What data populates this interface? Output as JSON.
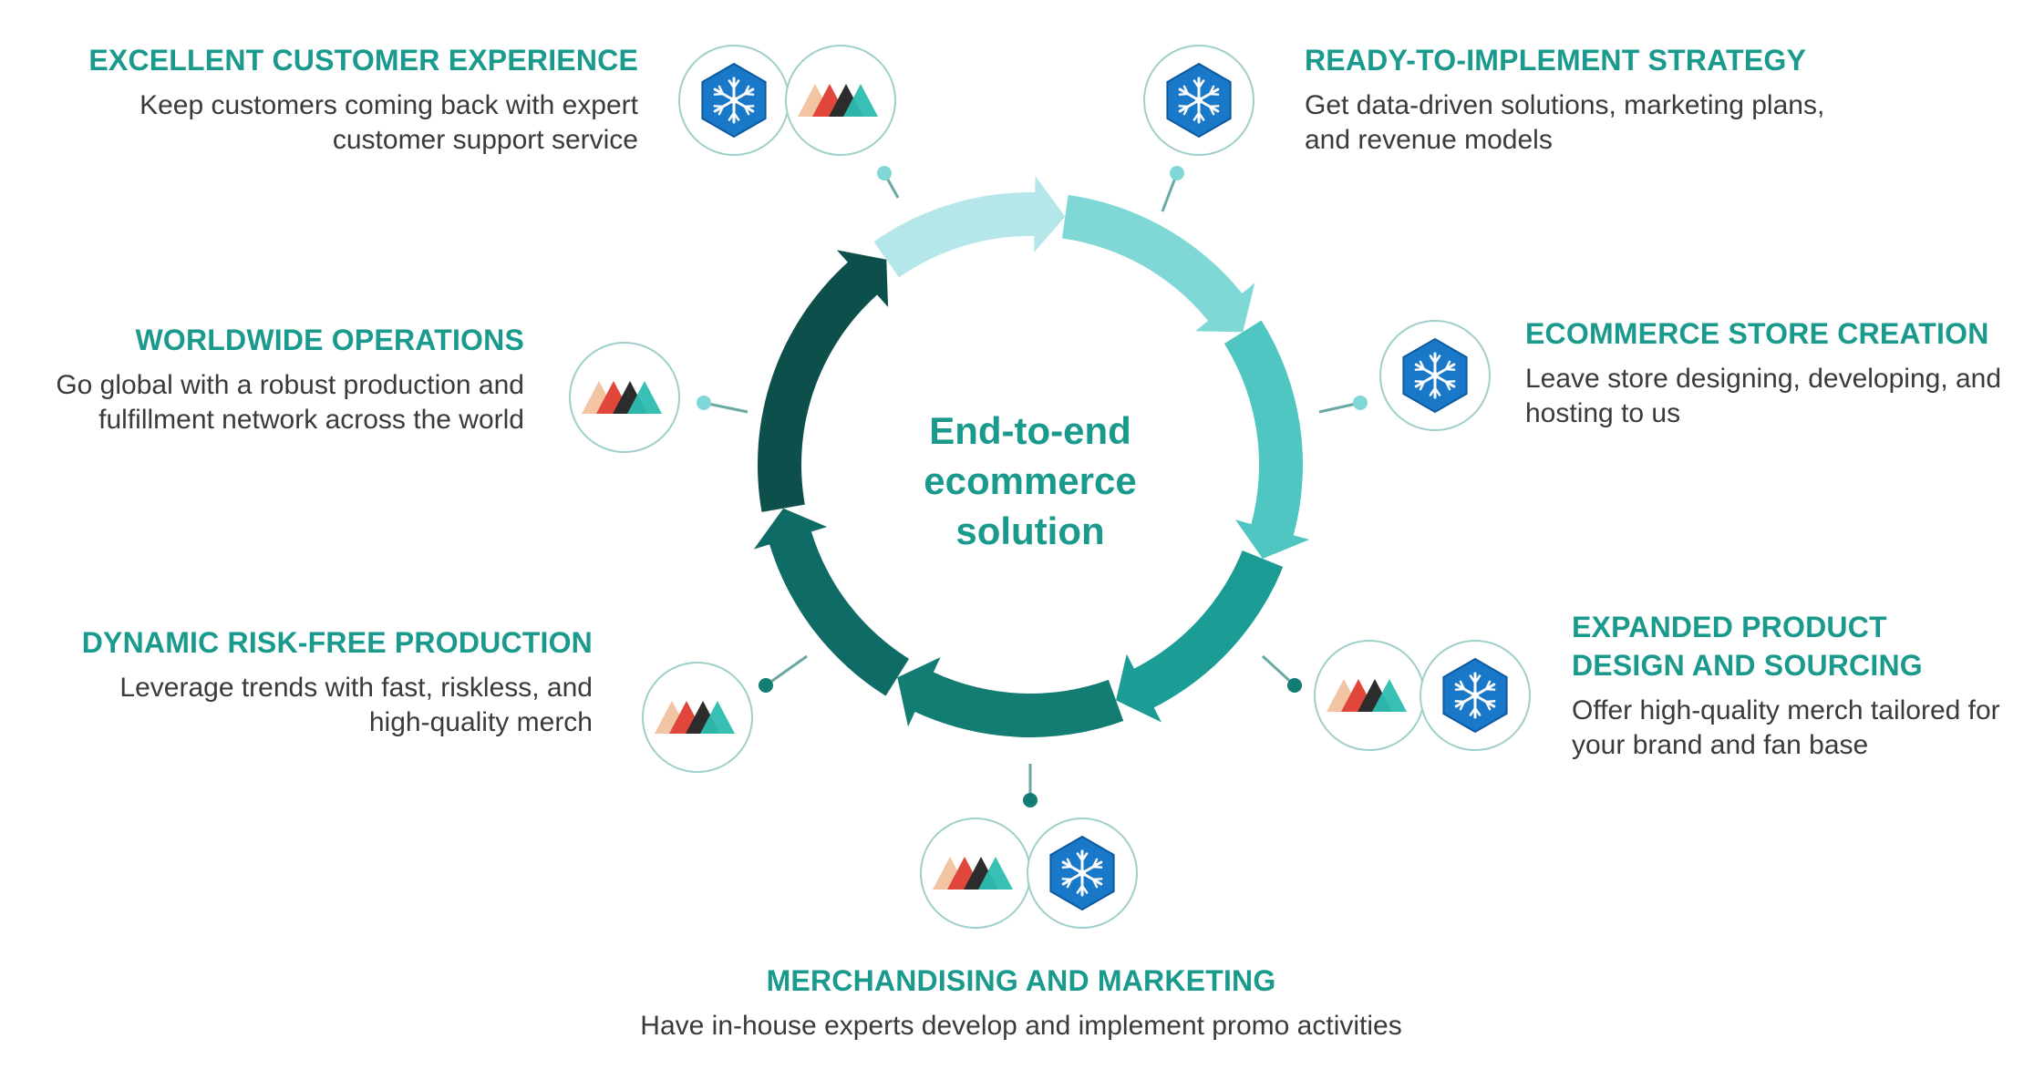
{
  "center": {
    "title": "End-to-end ecommerce solution"
  },
  "blocks": {
    "excellent": {
      "title": "EXCELLENT CUSTOMER EXPERIENCE",
      "desc": "Keep customers coming back with expert customer support service"
    },
    "ready": {
      "title": "READY-TO-IMPLEMENT STRATEGY",
      "desc": "Get data-driven solutions, marketing plans, and revenue models"
    },
    "worldwide": {
      "title": "WORLDWIDE OPERATIONS",
      "desc": "Go global with a robust production and fulfillment network across the world"
    },
    "store": {
      "title": "ECOMMERCE STORE CREATION",
      "desc": "Leave store designing, developing, and hosting to us"
    },
    "dynamic": {
      "title": "DYNAMIC RISK-FREE PRODUCTION",
      "desc": "Leverage trends with fast, riskless, and high-quality merch"
    },
    "expanded": {
      "title": "EXPANDED PRODUCT DESIGN AND SOURCING",
      "desc": "Offer high-quality merch tailored for your brand and fan base"
    },
    "merch": {
      "title": "MERCHANDISING AND MARKETING",
      "desc": "Have in-house experts develop and implement promo activities"
    }
  },
  "colors": {
    "accent": "#1a9a8c",
    "ring_segments": [
      "#b5e7ea",
      "#80d8d6",
      "#4fc6c2",
      "#1b9c94",
      "#137c73",
      "#0f6b65",
      "#0d4f4b"
    ],
    "badge_blue": "#1978c8",
    "mountain_peach": "#f2c4a4",
    "mountain_red": "#e0463a",
    "mountain_dark": "#2c2c2c",
    "mountain_teal": "#2ebdb0"
  },
  "icons": [
    "snowflake-badge-icon",
    "mountains-logo-icon"
  ]
}
